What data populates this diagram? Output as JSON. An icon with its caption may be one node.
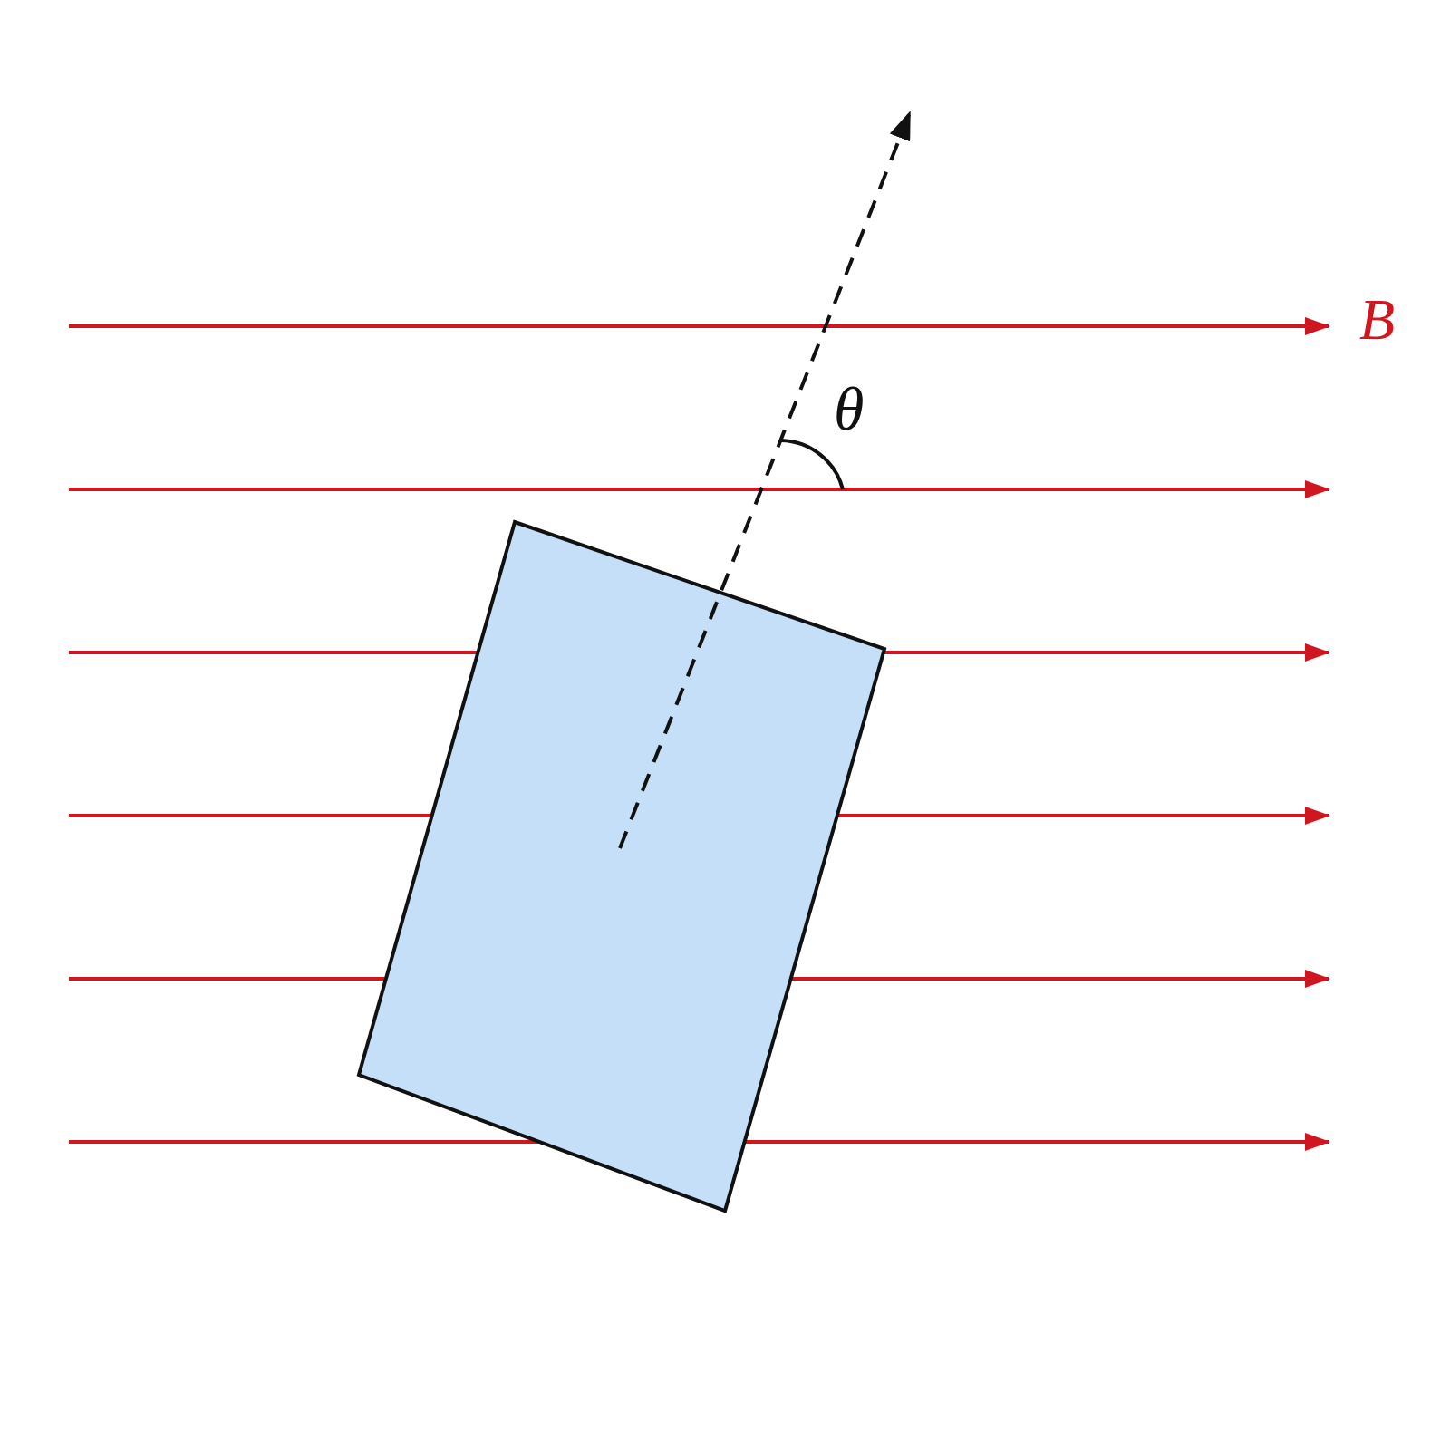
{
  "diagram": {
    "nodes": [
      {
        "text": [],
        "shape": "box"
      }
    ],
    "labels": [
      "B",
      "θ"
    ]
  }
}
